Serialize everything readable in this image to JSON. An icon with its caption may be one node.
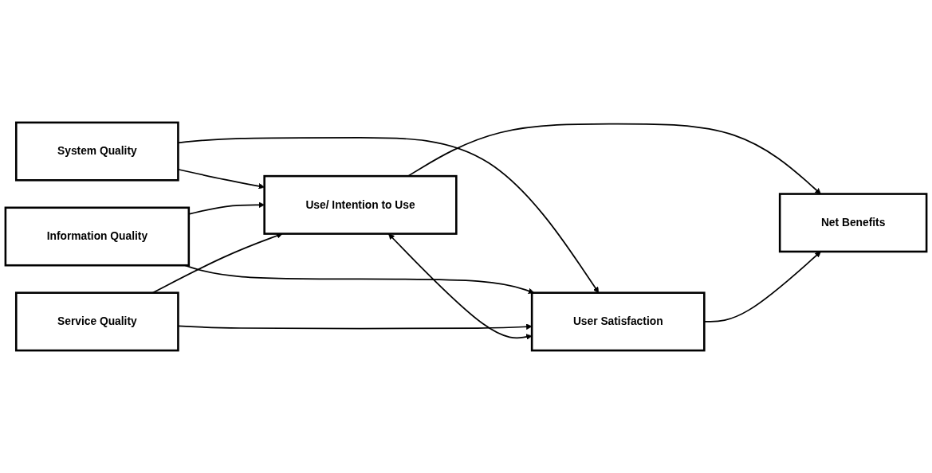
{
  "diagram": {
    "nodes": [
      {
        "text": [
          "System Quality"
        ]
      },
      {
        "text": [
          "Information Quality"
        ]
      },
      {
        "text": [
          "Service Quality"
        ]
      },
      {
        "text": [
          "Use/ Intention to Use"
        ]
      },
      {
        "text": [
          "User Satisfaction"
        ]
      },
      {
        "text": [
          "Net Benefits"
        ]
      }
    ],
    "edges": [
      {
        "from": 0,
        "to": 3,
        "arrow": "to"
      },
      {
        "from": 0,
        "to": 4,
        "arrow": "to"
      },
      {
        "from": 1,
        "to": 3,
        "arrow": "to"
      },
      {
        "from": 1,
        "to": 4,
        "arrow": "to"
      },
      {
        "from": 2,
        "to": 3,
        "arrow": "to"
      },
      {
        "from": 2,
        "to": 4,
        "arrow": "to"
      },
      {
        "from": 3,
        "to": 4,
        "arrow": "both"
      },
      {
        "from": 3,
        "to": 5,
        "arrow": "to"
      },
      {
        "from": 4,
        "to": 5,
        "arrow": "to"
      }
    ]
  }
}
